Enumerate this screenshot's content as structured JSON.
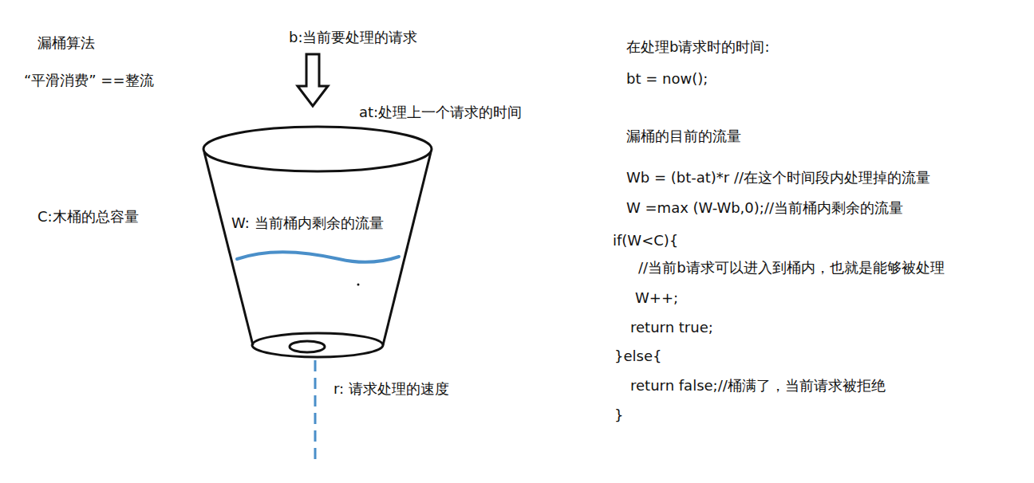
{
  "diagram": {
    "title": "漏桶算法",
    "nodes": [
      {
        "text": [
          "W: 当前桶内剩余的流量"
        ]
      }
    ],
    "labels": [
      "“平滑消费” ==整流",
      "C:木桶的总容量",
      "b:当前要处理的请求",
      "at:处理上一个请求的时间",
      "r: 请求处理的速度",
      "在处理b请求时的时间:",
      "bt = now();",
      "漏桶的目前的流量",
      "Wb = (bt-at)*r //在这个时间段内处理掉的流量",
      "W =max (W-Wb,0);//当前桶内剩余的流量",
      "if(W<C){",
      "//当前b请求可以进入到桶内，也就是能够被处理",
      "W++;",
      "return true;",
      "}else{",
      "return false;//桶满了，当前请求被拒绝",
      "}"
    ]
  }
}
